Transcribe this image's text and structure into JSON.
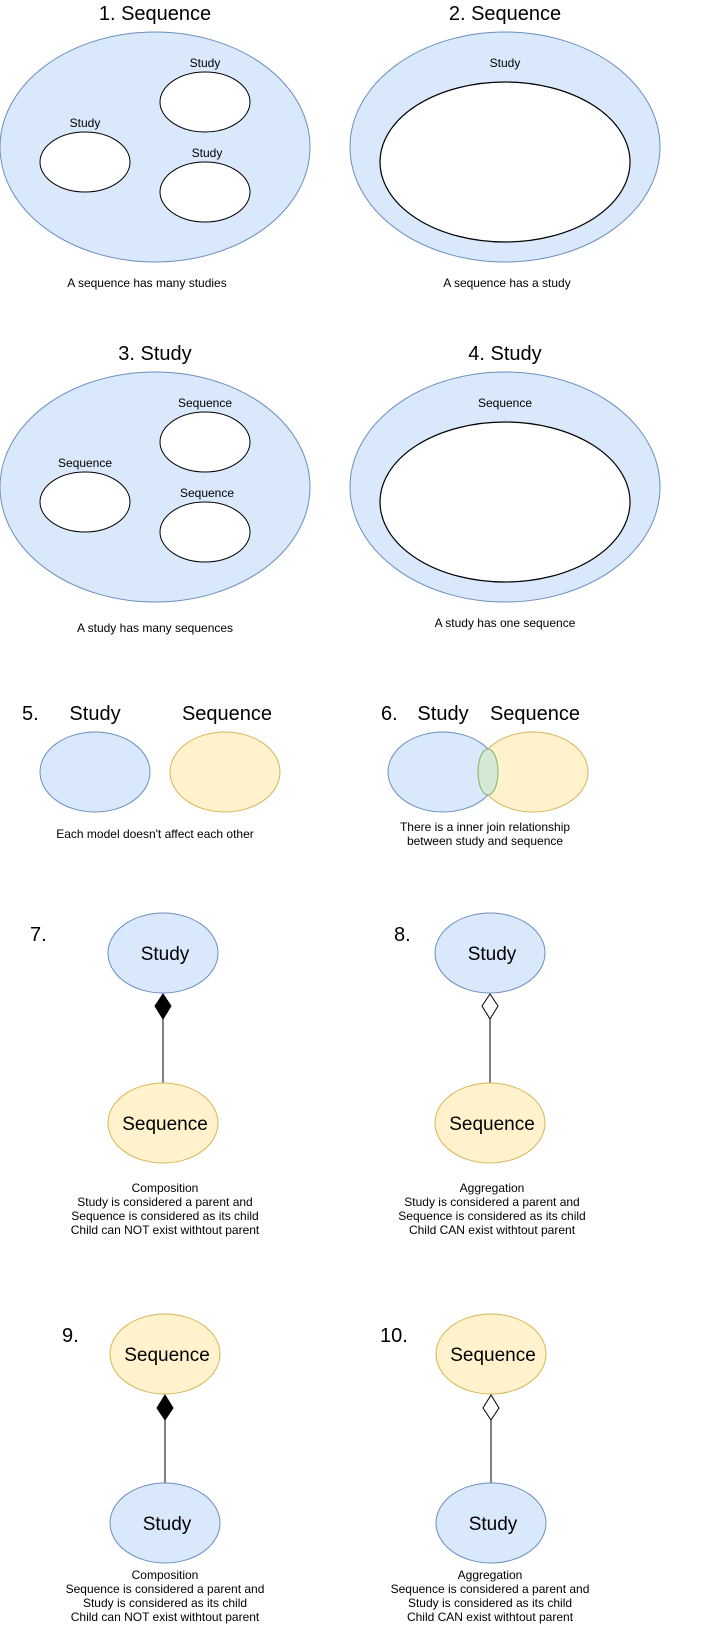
{
  "colors": {
    "blue_fill": "#dae8fc",
    "blue_stroke": "#6c8ebf",
    "yellow_fill": "#fff2cc",
    "yellow_stroke": "#d6b656",
    "green_fill": "#d5e8d4",
    "green_stroke": "#82b366",
    "black": "#000000",
    "white": "#ffffff"
  },
  "d1": {
    "title": "1. Sequence",
    "inner_labels": [
      "Study",
      "Study",
      "Study"
    ],
    "caption": "A sequence has many studies"
  },
  "d2": {
    "title": "2. Sequence",
    "inner_label": "Study",
    "caption": "A sequence has a study"
  },
  "d3": {
    "title": "3. Study",
    "inner_labels": [
      "Sequence",
      "Sequence",
      "Sequence"
    ],
    "caption": "A study has many sequences"
  },
  "d4": {
    "title": "4. Study",
    "inner_label": "Sequence",
    "caption": "A study has one sequence"
  },
  "d5": {
    "number": "5.",
    "label_left": "Study",
    "label_right": "Sequence",
    "caption": "Each model doesn't affect each other"
  },
  "d6": {
    "number": "6.",
    "label_left": "Study",
    "label_right": "Sequence",
    "caption_lines": [
      "There is a inner join relationship",
      "between study and sequence"
    ]
  },
  "d7": {
    "number": "7.",
    "top_node": "Study",
    "bottom_node": "Sequence",
    "relation": "composition",
    "caption_lines": [
      "Composition",
      "Study is considered a parent and",
      "Sequence is considered as its child",
      "Child can NOT exist withtout parent"
    ]
  },
  "d8": {
    "number": "8.",
    "top_node": "Study",
    "bottom_node": "Sequence",
    "relation": "aggregation",
    "caption_lines": [
      "Aggregation",
      "Study is considered a parent and",
      "Sequence is considered as its child",
      "Child CAN exist withtout parent"
    ]
  },
  "d9": {
    "number": "9.",
    "top_node": "Sequence",
    "bottom_node": "Study",
    "relation": "composition",
    "caption_lines": [
      "Composition",
      "Sequence is considered a parent and",
      "Study is considered as its child",
      "Child can NOT exist withtout parent"
    ]
  },
  "d10": {
    "number": "10.",
    "top_node": "Sequence",
    "bottom_node": "Study",
    "relation": "aggregation",
    "caption_lines": [
      "Aggregation",
      "Sequence is considered a parent and",
      "Study is considered as its child",
      "Child CAN exist withtout parent"
    ]
  }
}
